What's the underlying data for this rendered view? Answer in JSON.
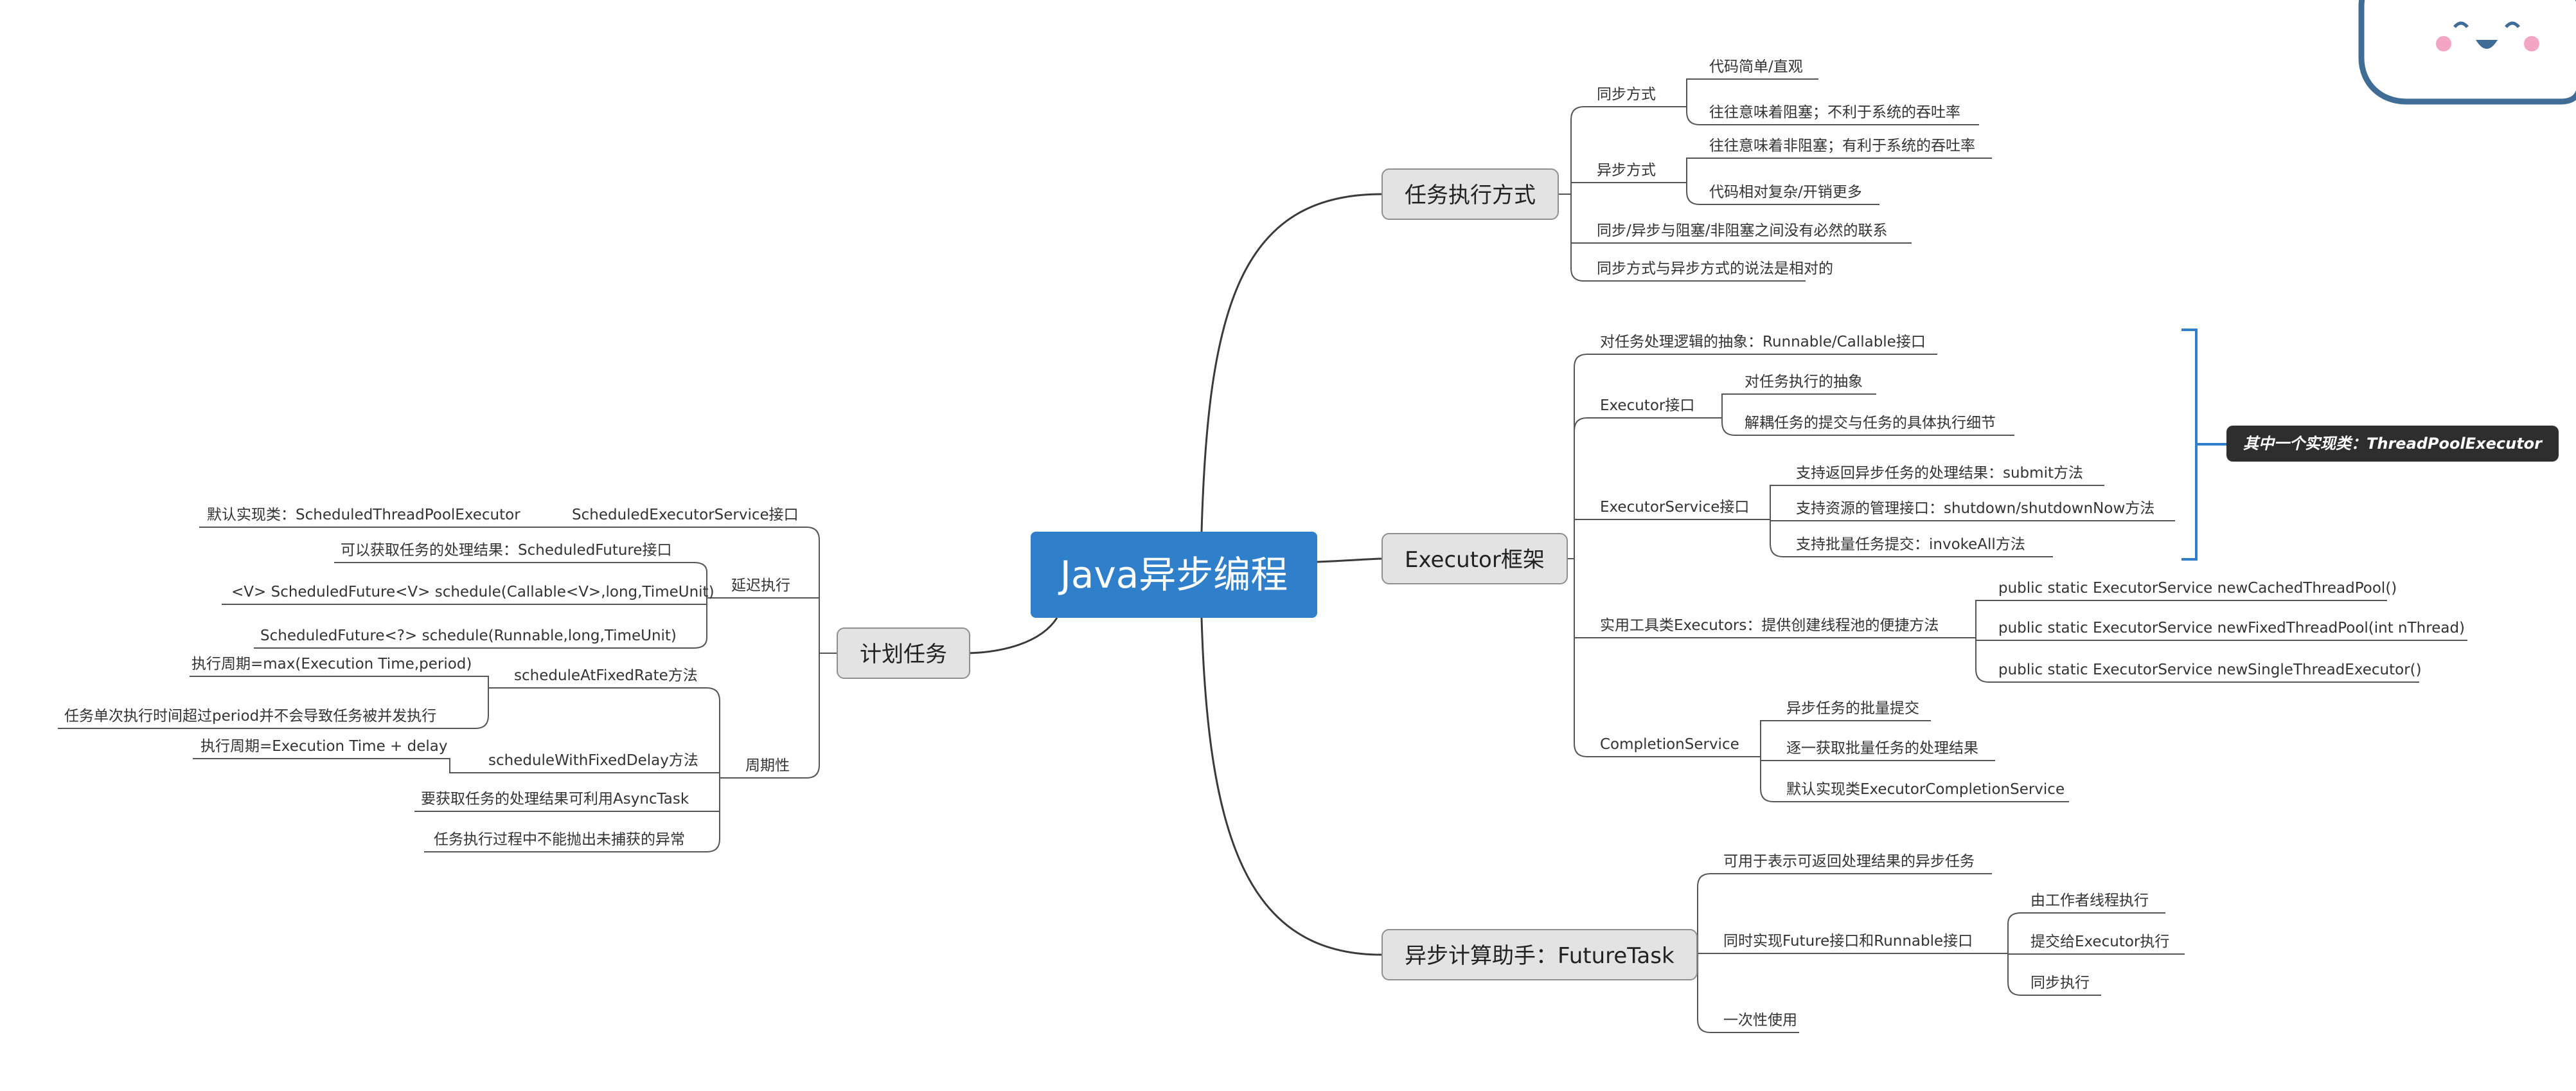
{
  "root": {
    "label": "Java异步编程"
  },
  "branches": {
    "exec_mode": {
      "label": "任务执行方式",
      "sync": {
        "label": "同步方式",
        "items": [
          "代码简单/直观",
          "往往意味着阻塞；不利于系统的吞吐率"
        ]
      },
      "async": {
        "label": "异步方式",
        "items": [
          "往往意味着非阻塞；有利于系统的吞吐率",
          "代码相对复杂/开销更多"
        ]
      },
      "notes": [
        "同步/异步与阻塞/非阻塞之间没有必然的联系",
        "同步方式与异步方式的说法是相对的"
      ]
    },
    "executor": {
      "label": "Executor框架",
      "abstraction": "对任务处理逻辑的抽象：Runnable/Callable接口",
      "executor_iface": {
        "label": "Executor接口",
        "items": [
          "对任务执行的抽象",
          "解耦任务的提交与任务的具体执行细节"
        ]
      },
      "service_iface": {
        "label": "ExecutorService接口",
        "items": [
          "支持返回异步任务的处理结果：submit方法",
          "支持资源的管理接口：shutdown/shutdownNow方法",
          "支持批量任务提交：invokeAll方法"
        ]
      },
      "executors": {
        "label": "实用工具类Executors：提供创建线程池的便捷方法",
        "items": [
          "public static ExecutorService newCachedThreadPool()",
          "public static ExecutorService newFixedThreadPool(int nThread)",
          "public static ExecutorService newSingleThreadExecutor()"
        ]
      },
      "completion": {
        "label": "CompletionService",
        "items": [
          "异步任务的批量提交",
          "逐一获取批量任务的处理结果",
          "默认实现类ExecutorCompletionService"
        ]
      },
      "callout": "其中一个实现类：ThreadPoolExecutor"
    },
    "futuretask": {
      "label": "异步计算助手：FutureTask",
      "returnable": "可用于表示可返回处理结果的异步任务",
      "dual": {
        "label": "同时实现Future接口和Runnable接口",
        "items": [
          "由工作者线程执行",
          "提交给Executor执行",
          "同步执行"
        ]
      },
      "oneshot": "一次性使用"
    },
    "scheduled": {
      "label": "计划任务",
      "service": "ScheduledExecutorService接口",
      "default_impl": "默认实现类：ScheduledThreadPoolExecutor",
      "delayed": {
        "label": "延迟执行",
        "items": [
          "可以获取任务的处理结果：ScheduledFuture接口",
          "<V> ScheduledFuture<V> schedule(Callable<V>,long,TimeUnit)",
          "ScheduledFuture<?> schedule(Runnable,long,TimeUnit)"
        ]
      },
      "periodic": {
        "label": "周期性",
        "fixed_rate": {
          "label": "scheduleAtFixedRate方法",
          "items": [
            "执行周期=max(Execution Time,period)",
            "任务单次执行时间超过period并不会导致任务被并发执行"
          ]
        },
        "fixed_delay": {
          "label": "scheduleWithFixedDelay方法",
          "items": [
            "执行周期=Execution Time + delay"
          ]
        },
        "async_task": "要获取任务的处理结果可利用AsyncTask",
        "no_exception": "任务执行过程中不能抛出未捕获的异常"
      }
    }
  }
}
